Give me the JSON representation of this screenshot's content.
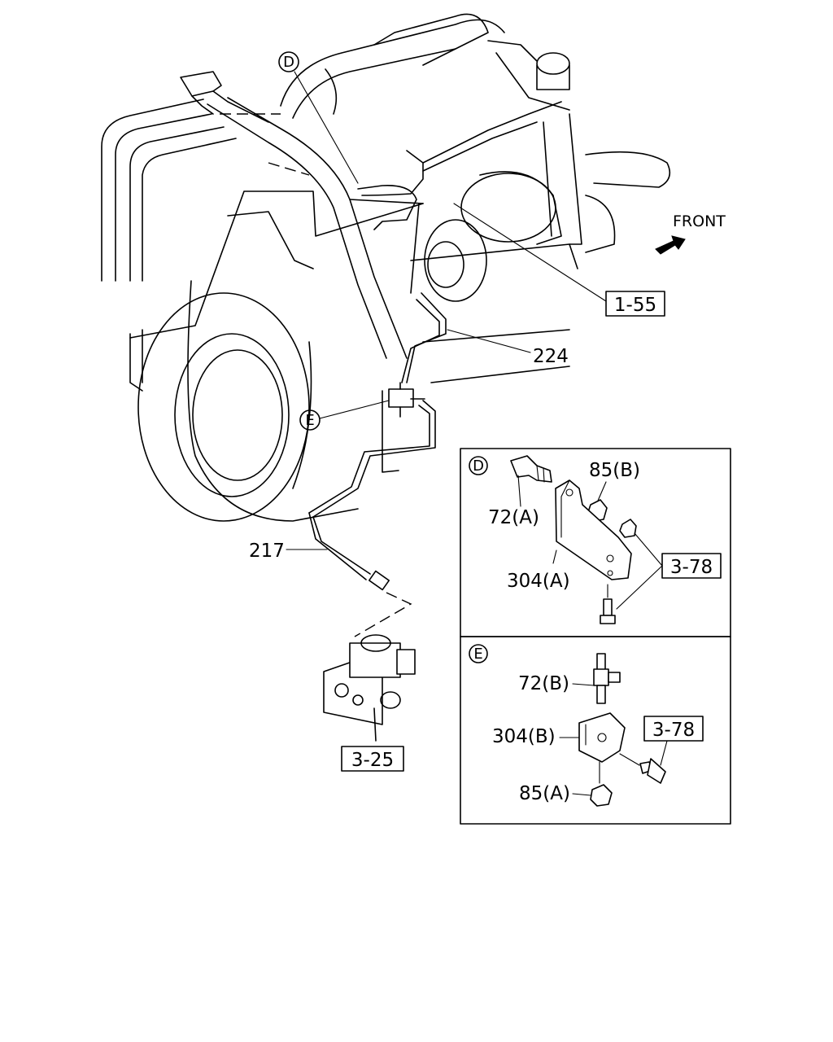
{
  "orientation": {
    "front_label": "FRONT",
    "front_arrow_icon": "arrow-front-icon"
  },
  "callouts": {
    "ref_1_55": "1-55",
    "part_224": "224",
    "part_217": "217",
    "ref_3_25": "3-25",
    "detail_d_marker": "D",
    "detail_e_marker": "E"
  },
  "detail_d": {
    "badge": "D",
    "part_72a": "72(A)",
    "part_85b": "85(B)",
    "part_304a": "304(A)",
    "ref_3_78": "3-78"
  },
  "detail_e": {
    "badge": "E",
    "part_72b": "72(B)",
    "part_304b": "304(B)",
    "part_85a": "85(A)",
    "ref_3_78": "3-78"
  }
}
